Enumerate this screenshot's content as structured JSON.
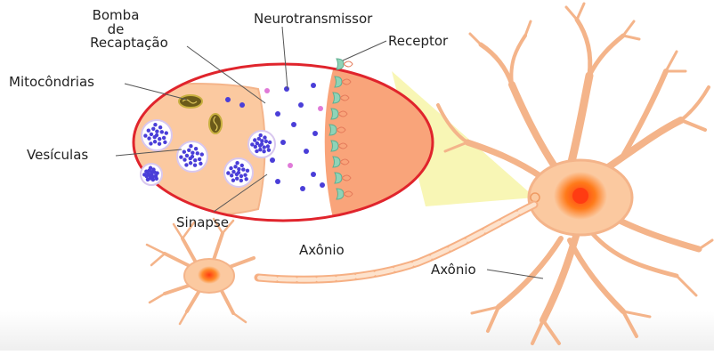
{
  "labels": {
    "bomba_line1": "Bomba",
    "bomba_line2": "de",
    "bomba_line3": "Recaptação",
    "neurotransmissor": "Neurotransmissor",
    "receptor": "Receptor",
    "mitocondrias": "Mitocôndrias",
    "vesiculas": "Vesículas",
    "sinapse": "Sinapse",
    "axonio_center": "Axônio",
    "axonio_right": "Axônio"
  },
  "colors": {
    "neuron_body": "#fbc9a0",
    "neuron_outline": "#ef9a62",
    "nucleus": "#f58220",
    "nucleus_core": "#ff4e1a",
    "zoom_border": "#e0242c",
    "zoom_cone": "#f7f4a8",
    "vesicle_dot": "#4a3ed8",
    "receptor": "#8fd3b7",
    "neurotransmitter_pink": "#e07ad8",
    "mitochondria": "#b9a23c",
    "leader_line": "#555555"
  },
  "icons": {
    "neuron": "neuron-cell-icon",
    "receptor": "receptor-protein-icon",
    "vesicle": "synaptic-vesicle-icon",
    "mitochondrion": "mitochondrion-icon"
  }
}
